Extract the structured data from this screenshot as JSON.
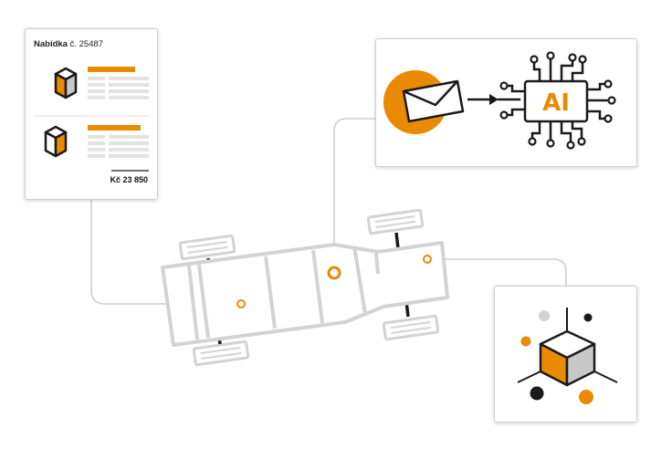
{
  "quote": {
    "title_bold": "Nabídka",
    "title_rest": " č. 25487",
    "total": "Kč 23 850"
  },
  "ai": {
    "label": "AI"
  },
  "colors": {
    "accent": "#e98a00",
    "chassis": "#d3d3d3",
    "line": "#cfcfcf",
    "dark": "#1a1a1a",
    "cube_gray": "#c8c8c8"
  },
  "icons": [
    "quote-card",
    "box-icon",
    "envelope-icon",
    "arrow-icon",
    "ai-chip-icon",
    "vehicle-chassis",
    "cube-network-icon"
  ]
}
